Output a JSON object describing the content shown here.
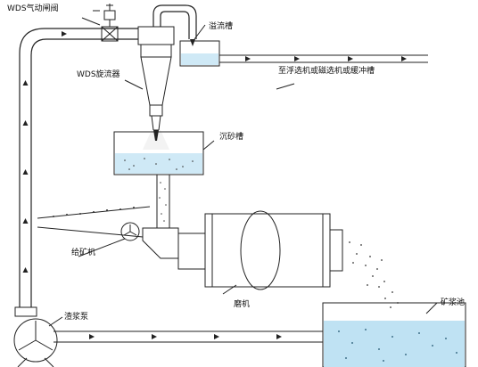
{
  "labels": {
    "valve": "WDS气动闸阀",
    "overflow_tank": "溢流槽",
    "destination": "至浮选机或磁选机或缓冲槽",
    "cyclone": "WDS旋流器",
    "settling_tank": "沉砂槽",
    "feeder": "给矿机",
    "mill": "磨机",
    "slurry_pump": "渣浆泵",
    "slurry_pool": "矿浆池"
  },
  "colors": {
    "line": "#222222",
    "water": "#cfe9f6",
    "water_dark": "#9fd2ec",
    "mill_fill": "#ffffff"
  }
}
